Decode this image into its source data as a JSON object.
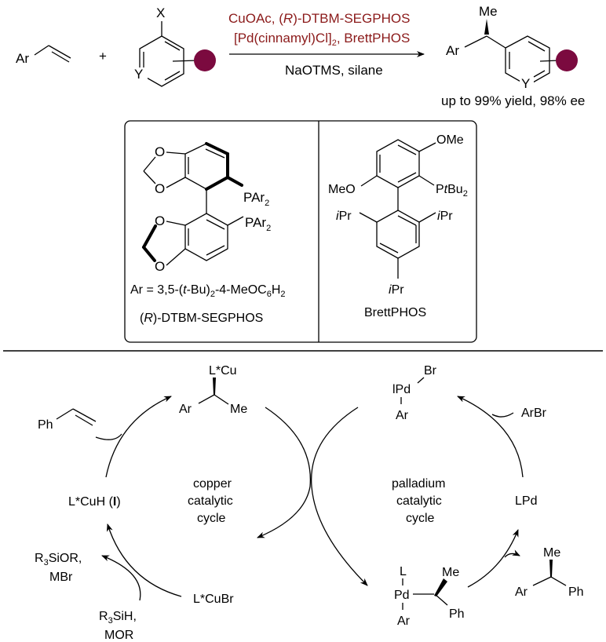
{
  "reaction": {
    "reactant1": {
      "ar": "Ar"
    },
    "plus": "+",
    "reactant2": {
      "x": "X",
      "y": "Y"
    },
    "conditions_above": {
      "line1_pre": "CuOAc, (",
      "line1_italic": "R",
      "line1_post": ")-DTBM-SEGPHOS",
      "line2_pre": "[Pd(cinnamyl)Cl]",
      "line2_sub": "2",
      "line2_post": ", BrettPHOS"
    },
    "conditions_below": "NaOTMS, silane",
    "product": {
      "me": "Me",
      "ar": "Ar",
      "y": "Y"
    },
    "result": "up to 99% yield, 98% ee",
    "substituent_color": "#7b0a3f",
    "condition_text_color": "#8b1a1a"
  },
  "ligands": {
    "segphos": {
      "o_labels": [
        "O",
        "O",
        "O",
        "O"
      ],
      "p_label_pre": "PAr",
      "p_label_sub": "2",
      "ar_def_pre": "Ar = 3,5-(",
      "ar_def_italic": "t",
      "ar_def_mid": "-Bu)",
      "ar_def_sub1": "2",
      "ar_def_mid2": "-4-MeOC",
      "ar_def_sub2": "6",
      "ar_def_mid3": "H",
      "ar_def_sub3": "2",
      "name_pre": "(",
      "name_italic": "R",
      "name_post": ")-DTBM-SEGPHOS"
    },
    "brettphos": {
      "ome": "OMe",
      "meo": "MeO",
      "p_pre": "P",
      "p_italic": "t",
      "p_post": "Bu",
      "p_sub": "2",
      "ipr_i": "i",
      "ipr": "Pr",
      "name": "BrettPHOS"
    }
  },
  "mechanism": {
    "copper_cycle": {
      "label": [
        "copper",
        "catalytic",
        "cycle"
      ],
      "alkyl_cu": {
        "lcu": "L*Cu",
        "ar": "Ar",
        "me": "Me"
      },
      "styrene": "Ph",
      "cuh_pre": "L*CuH (",
      "cuh_bold": "I",
      "cuh_post": ")",
      "cubr": "L*CuBr",
      "out_pre": "R",
      "out_sub": "3",
      "out_post": "SiOR,",
      "out_line2": "MBr",
      "in_pre": "R",
      "in_sub": "3",
      "in_post": "SiH,",
      "in_line2": "MOR"
    },
    "palladium_cycle": {
      "label": [
        "palladium",
        "catalytic",
        "cycle"
      ],
      "oxadd": {
        "br": "Br",
        "lpd": "lPd",
        "ar": "Ar"
      },
      "arbr": "ArBr",
      "lpd": "LPd",
      "transmet": {
        "l": "L",
        "pd": "Pd",
        "ar": "Ar",
        "me": "Me",
        "ph": "Ph"
      },
      "product": {
        "me": "Me",
        "ar": "Ar",
        "ph": "Ph"
      }
    }
  }
}
